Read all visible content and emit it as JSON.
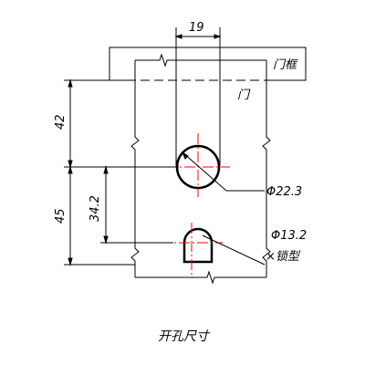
{
  "drawing": {
    "caption": "开孔尺寸",
    "labels": {
      "door_frame": "门框",
      "door": "门",
      "lock_type": "×锁型"
    },
    "dimensions": {
      "width_top": "19",
      "height_upper": "42",
      "height_lower": "45",
      "height_inner": "34.2",
      "dia_large": "Φ22.3",
      "dia_small": "Φ13.2"
    },
    "colors": {
      "line": "#000000",
      "centerline": "#ff0000"
    }
  }
}
